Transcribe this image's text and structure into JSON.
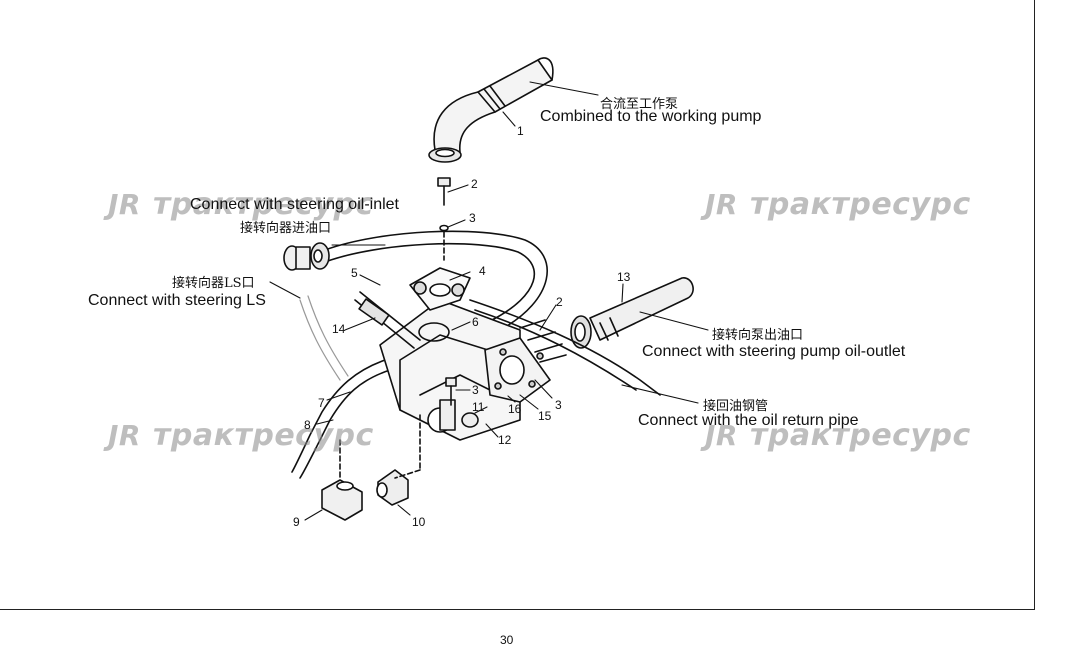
{
  "watermark": {
    "logo": "JR",
    "text": "трактресурс"
  },
  "labels": {
    "working_pump_cn": "合流至工作泵",
    "working_pump_en": "Combined to the working pump",
    "steering_inlet_en": "Connect with steering oil-inlet",
    "steering_inlet_cn": "接转向器进油口",
    "steering_ls_cn": "接转向器LS口",
    "steering_ls_en": "Connect with steering LS",
    "pump_outlet_cn": "接转向泵出油口",
    "pump_outlet_en": "Connect with steering pump oil-outlet",
    "return_pipe_cn": "接回油钢管",
    "return_pipe_en": "Connect with the oil return pipe"
  },
  "callouts": {
    "c1": "1",
    "c2a": "2",
    "c3a": "3",
    "c4": "4",
    "c5": "5",
    "c6": "6",
    "c2b": "2",
    "c13": "13",
    "c14": "14",
    "c7": "7",
    "c8": "8",
    "c3b": "3",
    "c11": "11",
    "c16": "16",
    "c15": "15",
    "c3c": "3",
    "c12": "12",
    "c9": "9",
    "c10": "10"
  },
  "page": {
    "number": "30"
  }
}
